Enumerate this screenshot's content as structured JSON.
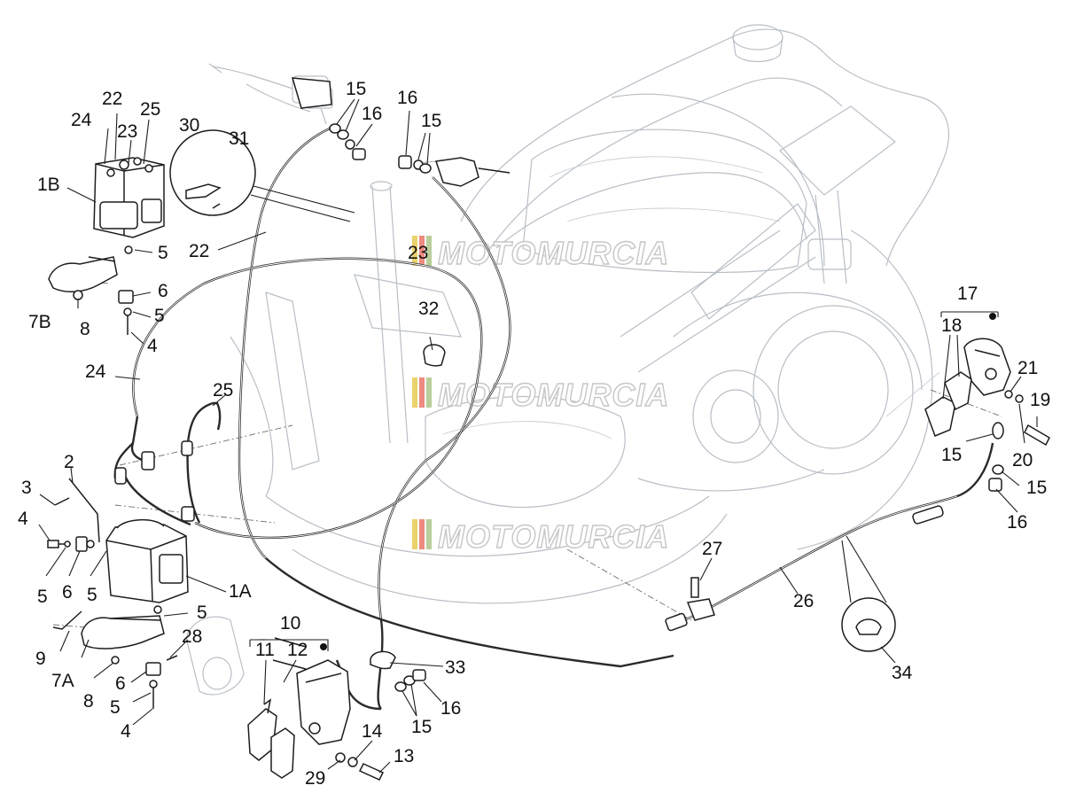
{
  "labels": {
    "l15a": "15",
    "l16a": "16",
    "l16b": "16",
    "l15b": "15",
    "l22a": "22",
    "l24a": "24",
    "l23a": "23",
    "l25a": "25",
    "l30": "30",
    "l31": "31",
    "l1B": "1B",
    "l5a": "5",
    "l6a": "6",
    "l7B": "7B",
    "l8a": "8",
    "l5b": "5",
    "l4a": "4",
    "l22b": "22",
    "l23b": "23",
    "l32": "32",
    "l24b": "24",
    "l25b": "25",
    "l2": "2",
    "l3": "3",
    "l4b": "4",
    "l5c": "5",
    "l6b": "6",
    "l5d": "5",
    "l1A": "1A",
    "l5e": "5",
    "l9": "9",
    "l7A": "7A",
    "l8b": "8",
    "l6c": "6",
    "l5f": "5",
    "l4c": "4",
    "l28": "28",
    "l10": "10",
    "l11": "11",
    "l12": "12",
    "l33": "33",
    "l16c": "16",
    "l15c": "15",
    "l14": "14",
    "l13": "13",
    "l29": "29",
    "l17": "17",
    "l18": "18",
    "l21": "21",
    "l19": "19",
    "l15d": "15",
    "l20": "20",
    "l15e": "15",
    "l16d": "16",
    "l27": "27",
    "l26": "26",
    "l34": "34"
  },
  "watermark": {
    "text": "MOTOMURCIA",
    "colors": [
      "#e9d36a",
      "#ef8a80",
      "#b9ce9a"
    ],
    "text_color": "#c8c8c8"
  }
}
